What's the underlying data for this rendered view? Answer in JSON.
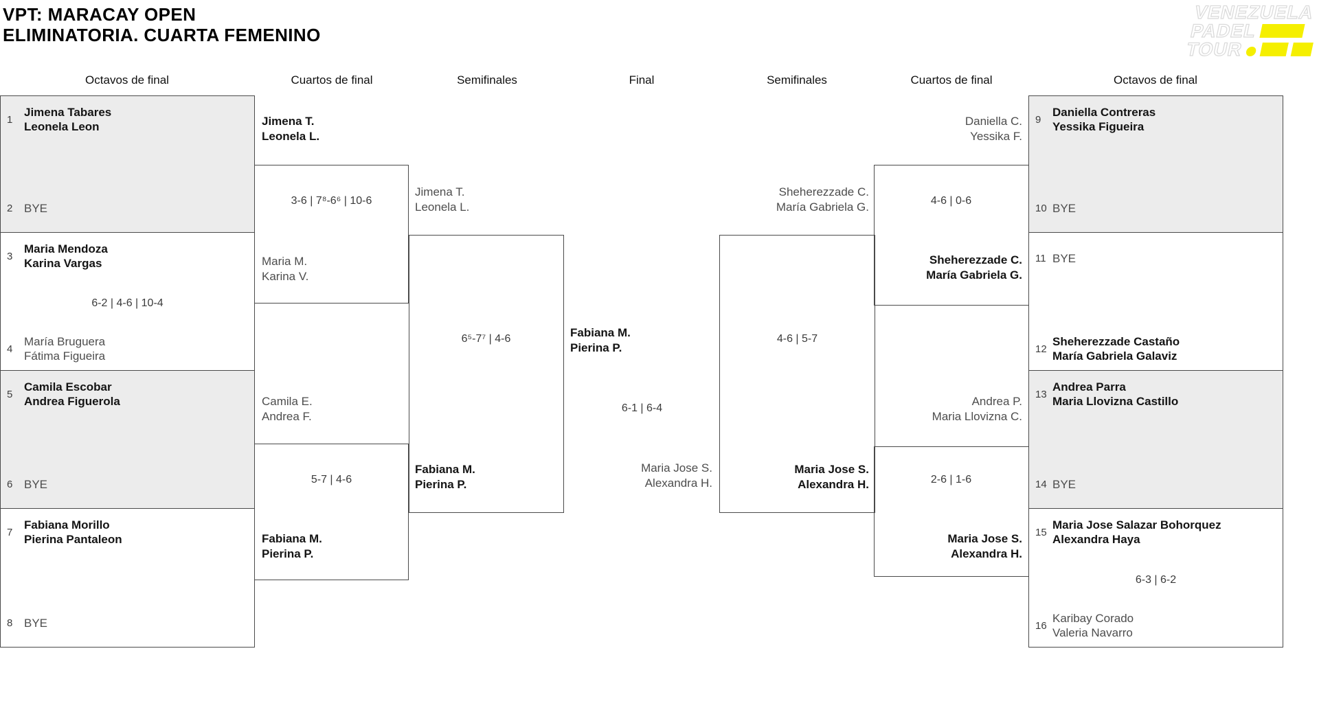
{
  "title": {
    "line1": "VPT: MARACAY OPEN",
    "line2": "ELIMINATORIA. CUARTA FEMENINO"
  },
  "logo": {
    "word1": "VENEZUELA",
    "word2": "PADEL",
    "word3": "TOUR"
  },
  "colors": {
    "accent_yellow": "#f5ef00",
    "shaded_box": "#ececec",
    "line": "#4a4a4a"
  },
  "rounds": {
    "left_octavos": "Octavos de final",
    "left_cuartos": "Cuartos de final",
    "left_semis": "Semifinales",
    "final": "Final",
    "right_semis": "Semifinales",
    "right_cuartos": "Cuartos de final",
    "right_octavos": "Octavos de final"
  },
  "octavos_left": [
    {
      "top": {
        "seed": "1",
        "line1": "Jimena Tabares",
        "line2": "Leonela Leon",
        "winner": true
      },
      "score": "",
      "bottom": {
        "seed": "2",
        "line1": "BYE",
        "line2": "",
        "winner": false
      }
    },
    {
      "top": {
        "seed": "3",
        "line1": "Maria Mendoza",
        "line2": "Karina Vargas",
        "winner": true
      },
      "score": "6-2 | 4-6 | 10-4",
      "bottom": {
        "seed": "4",
        "line1": "María Bruguera",
        "line2": "Fátima Figueira",
        "winner": false
      }
    },
    {
      "top": {
        "seed": "5",
        "line1": "Camila Escobar",
        "line2": "Andrea Figuerola",
        "winner": true
      },
      "score": "",
      "bottom": {
        "seed": "6",
        "line1": "BYE",
        "line2": "",
        "winner": false
      }
    },
    {
      "top": {
        "seed": "7",
        "line1": "Fabiana Morillo",
        "line2": "Pierina Pantaleon",
        "winner": true
      },
      "score": "",
      "bottom": {
        "seed": "8",
        "line1": "BYE",
        "line2": "",
        "winner": false
      }
    }
  ],
  "octavos_right": [
    {
      "top": {
        "seed": "9",
        "line1": "Daniella Contreras",
        "line2": "Yessika Figueira",
        "winner": true
      },
      "score": "",
      "bottom": {
        "seed": "10",
        "line1": "BYE",
        "line2": "",
        "winner": false
      }
    },
    {
      "top": {
        "seed": "11",
        "line1": "BYE",
        "line2": "",
        "winner": false
      },
      "score": "",
      "bottom": {
        "seed": "12",
        "line1": "Sheherezzade Castaño",
        "line2": "María Gabriela Galaviz",
        "winner": true
      }
    },
    {
      "top": {
        "seed": "13",
        "line1": "Andrea Parra",
        "line2": "Maria Llovizna Castillo",
        "winner": true
      },
      "score": "",
      "bottom": {
        "seed": "14",
        "line1": "BYE",
        "line2": "",
        "winner": false
      }
    },
    {
      "top": {
        "seed": "15",
        "line1": "Maria Jose Salazar Bohorquez",
        "line2": "Alexandra Haya",
        "winner": true
      },
      "score": "6-3 | 6-2",
      "bottom": {
        "seed": "16",
        "line1": "Karibay Corado",
        "line2": "Valeria Navarro",
        "winner": false
      }
    }
  ],
  "cuartos_left": [
    {
      "top": {
        "line1": "Jimena T.",
        "line2": "Leonela L.",
        "winner": true
      },
      "score": "3-6 | 7⁸-6⁶ | 10-6",
      "bottom": {
        "line1": "Maria M.",
        "line2": "Karina V.",
        "winner": false
      }
    },
    {
      "top": {
        "line1": "Camila E.",
        "line2": "Andrea F.",
        "winner": false
      },
      "score": "5-7 | 4-6",
      "bottom": {
        "line1": "Fabiana M.",
        "line2": "Pierina P.",
        "winner": true
      }
    }
  ],
  "cuartos_right": [
    {
      "top": {
        "line1": "Daniella C.",
        "line2": "Yessika F.",
        "winner": false
      },
      "score": "4-6 | 0-6",
      "bottom": {
        "line1": "Sheherezzade C.",
        "line2": "María Gabriela G.",
        "winner": true
      }
    },
    {
      "top": {
        "line1": "Andrea P.",
        "line2": "Maria Llovizna C.",
        "winner": false
      },
      "score": "2-6 | 1-6",
      "bottom": {
        "line1": "Maria Jose S.",
        "line2": "Alexandra H.",
        "winner": true
      }
    }
  ],
  "semis_left": {
    "top": {
      "line1": "Jimena T.",
      "line2": "Leonela L.",
      "winner": false
    },
    "score": "6⁵-7⁷ | 4-6",
    "bottom": {
      "line1": "Fabiana M.",
      "line2": "Pierina P.",
      "winner": true
    }
  },
  "semis_right": {
    "top": {
      "line1": "Sheherezzade C.",
      "line2": "María Gabriela G.",
      "winner": false
    },
    "score": "4-6 | 5-7",
    "bottom": {
      "line1": "Maria Jose S.",
      "line2": "Alexandra H.",
      "winner": true
    }
  },
  "final": {
    "left": {
      "line1": "Fabiana M.",
      "line2": "Pierina P.",
      "winner": true
    },
    "score": "6-1 | 6-4",
    "right": {
      "line1": "Maria Jose S.",
      "line2": "Alexandra H.",
      "winner": false
    }
  }
}
